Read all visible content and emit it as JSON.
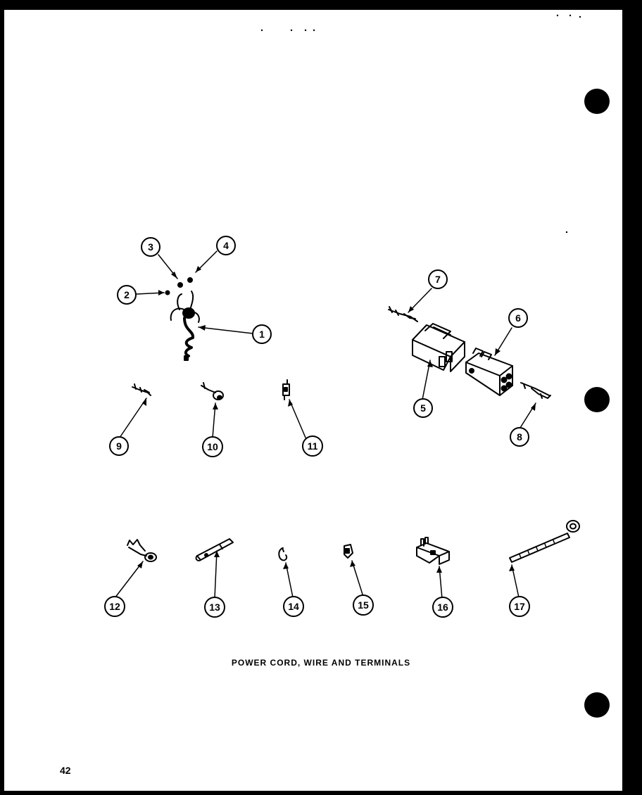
{
  "caption": "POWER CORD, WIRE AND TERMINALS",
  "page_number": "42",
  "callouts": [
    {
      "id": "1",
      "label": "1"
    },
    {
      "id": "2",
      "label": "2"
    },
    {
      "id": "3",
      "label": "3"
    },
    {
      "id": "4",
      "label": "4"
    },
    {
      "id": "5",
      "label": "5"
    },
    {
      "id": "6",
      "label": "6"
    },
    {
      "id": "7",
      "label": "7"
    },
    {
      "id": "8",
      "label": "8"
    },
    {
      "id": "9",
      "label": "9"
    },
    {
      "id": "10",
      "label": "10"
    },
    {
      "id": "11",
      "label": "11"
    },
    {
      "id": "12",
      "label": "12"
    },
    {
      "id": "13",
      "label": "13"
    },
    {
      "id": "14",
      "label": "14"
    },
    {
      "id": "15",
      "label": "15"
    },
    {
      "id": "16",
      "label": "16"
    },
    {
      "id": "17",
      "label": "17"
    }
  ],
  "colors": {
    "ink": "#000000",
    "paper": "#ffffff",
    "background": "#000000"
  }
}
